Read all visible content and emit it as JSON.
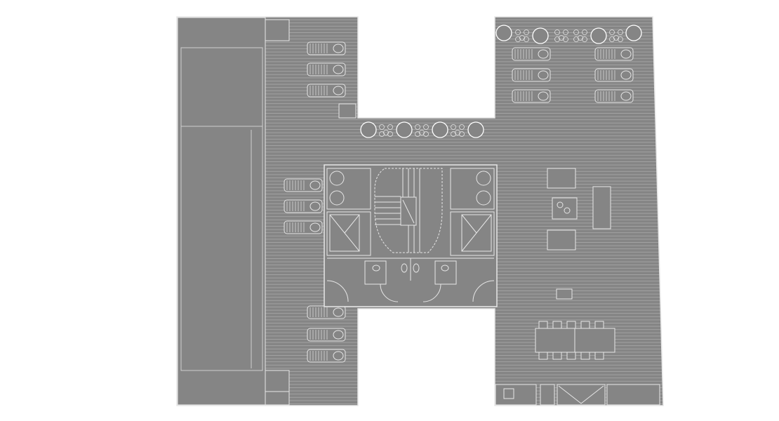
{
  "plan": {
    "colors": {
      "background": "#ffffff",
      "floor_fill": "#858585",
      "lines": "#e6e6e6",
      "deck_lines": "#a8a8a8"
    },
    "elements": [
      "pool",
      "wooden-deck",
      "sun-loungers",
      "trees",
      "stair-core",
      "elevators",
      "restrooms",
      "lounge-sofas",
      "dining-table"
    ]
  }
}
